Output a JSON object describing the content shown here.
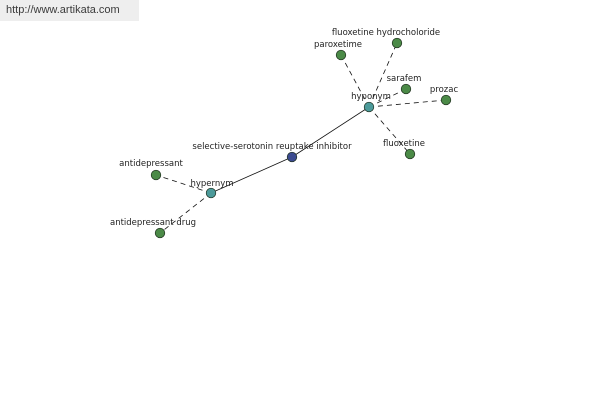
{
  "banner": {
    "url": "http://www.artikata.com"
  },
  "colors": {
    "term_node": "#4b8a47",
    "relation_node": "#4c9a9a",
    "center_node": "#3b4a8f",
    "node_stroke": "#1f2f1f",
    "edge": "#111111",
    "label": "#222222"
  },
  "graph": {
    "center": {
      "id": "ssri",
      "label": "selective-serotonin reuptake inhibitor",
      "kind": "center"
    },
    "relations": [
      {
        "id": "hyponym",
        "label": "hyponym",
        "members": [
          "fluoxetine hydrocholoride",
          "paroxetime",
          "sarafem",
          "prozac",
          "fluoxetine"
        ]
      },
      {
        "id": "hypernym",
        "label": "hypernym",
        "members": [
          "antidepressant",
          "antidepressant drug"
        ]
      }
    ]
  }
}
